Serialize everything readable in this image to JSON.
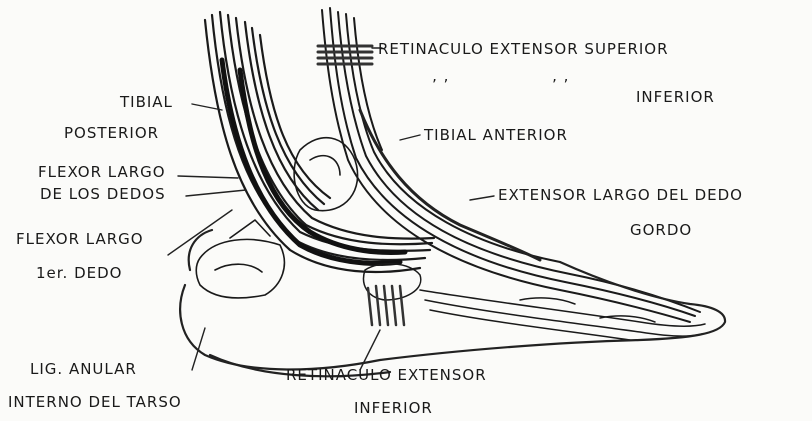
{
  "labels": {
    "retinaculo_superior": "RETINACULO  EXTENSOR SUPERIOR",
    "tick_marks_left": "’ ’",
    "tick_marks_right": "’ ’",
    "inferior_top": "INFERIOR",
    "tibial": "TIBIAL",
    "posterior": "POSTERIOR",
    "tibial_anterior": "TIBIAL  ANTERIOR",
    "flexor_largo_dedos_1": "FLEXOR LARGO",
    "flexor_largo_dedos_2": "DE LOS DEDOS",
    "extensor_largo_1": "EXTENSOR LARGO  DEL DEDO",
    "extensor_largo_2": "GORDO",
    "flexor_largo_1er_1": "FLEXOR LARGO",
    "flexor_largo_1er_2": "1er. DEDO",
    "lig_anular_1": "LIG. ANULAR",
    "lig_anular_2": "INTERNO  DEL  TARSO",
    "retinaculo_inferior_1": "RETINACULO  EXTENSOR",
    "retinaculo_inferior_2": "INFERIOR"
  },
  "colors": {
    "ink": "#1a1a1a",
    "paper": "#fbfbf9"
  }
}
